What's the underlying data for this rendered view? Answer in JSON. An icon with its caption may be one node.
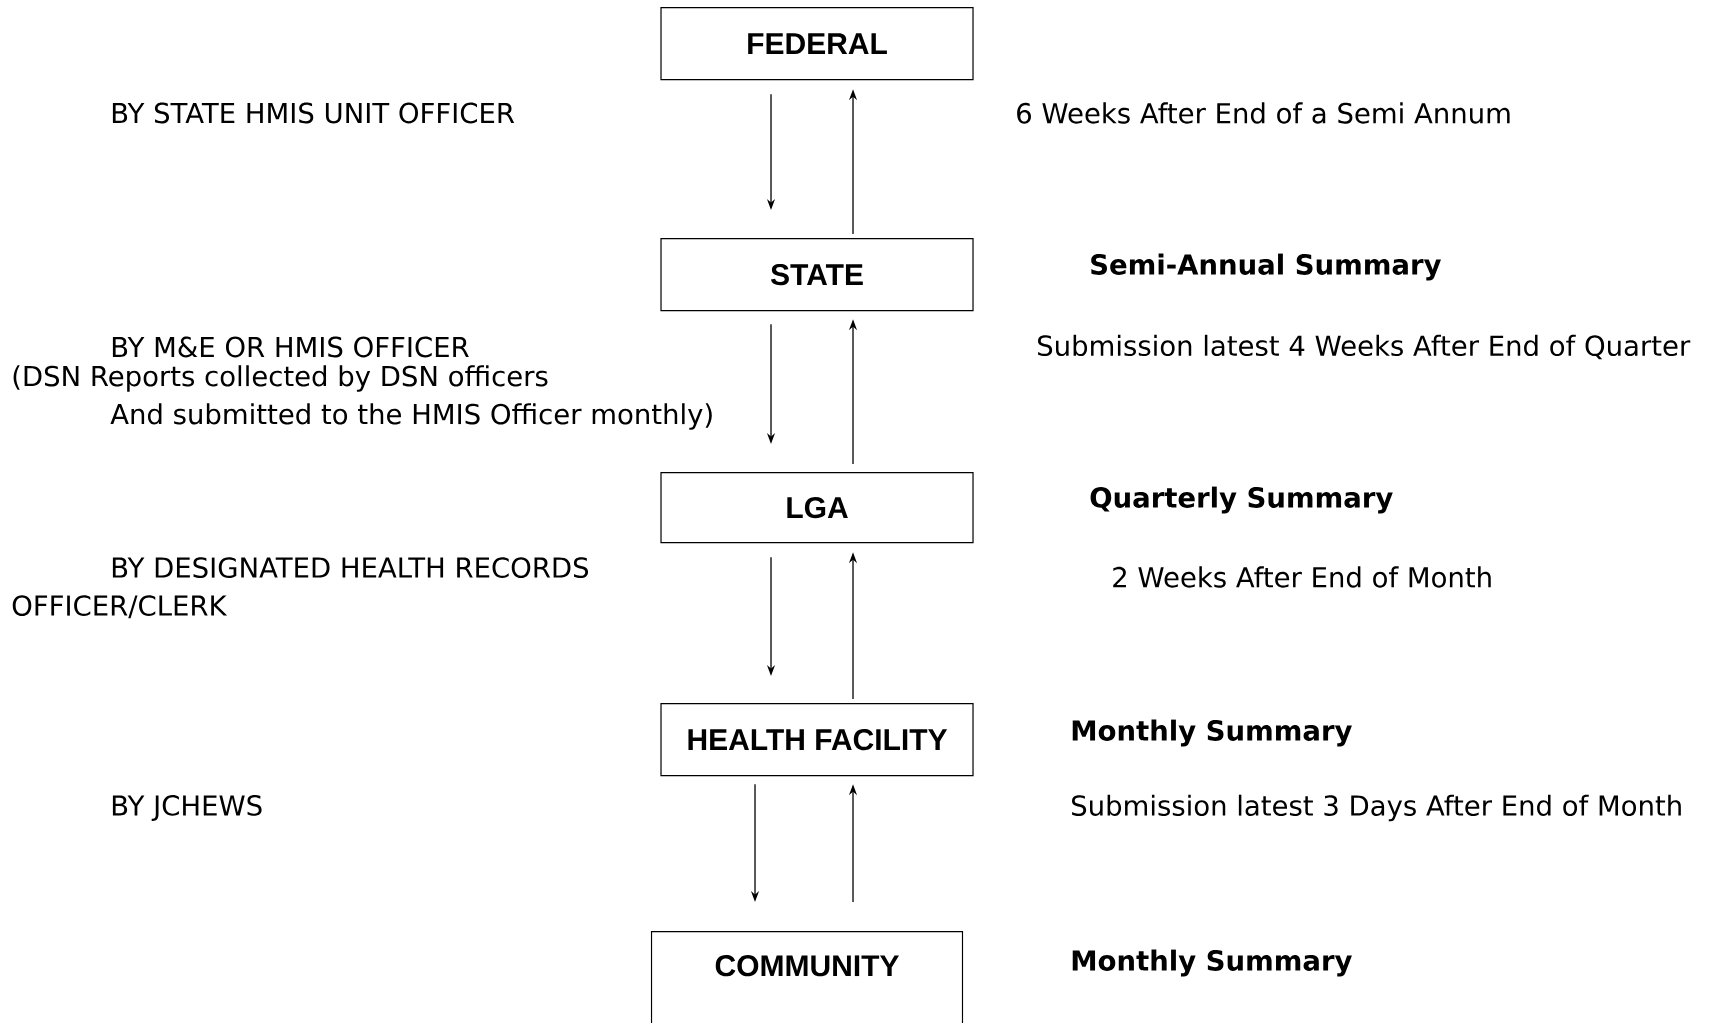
{
  "diagram": {
    "nodes": [
      {
        "text": [
          "FEDERAL"
        ]
      },
      {
        "text": [
          "STATE"
        ]
      },
      {
        "text": [
          "LGA"
        ]
      },
      {
        "text": [
          "HEALTH FACILITY"
        ]
      },
      {
        "text": [
          "COMMUNITY"
        ]
      }
    ],
    "edges": [
      {
        "from": 0,
        "to": 1,
        "arrow": "to"
      },
      {
        "from": 1,
        "to": 0,
        "arrow": "to"
      },
      {
        "from": 1,
        "to": 2,
        "arrow": "to"
      },
      {
        "from": 2,
        "to": 1,
        "arrow": "to"
      },
      {
        "from": 2,
        "to": 3,
        "arrow": "to"
      },
      {
        "from": 3,
        "to": 2,
        "arrow": "to"
      },
      {
        "from": 3,
        "to": 4,
        "arrow": "to"
      },
      {
        "from": 4,
        "to": 3,
        "arrow": "to"
      }
    ],
    "labels": [
      "BY STATE HMIS UNIT OFFICER",
      "6 Weeks After End of a Semi Annum",
      "Semi-Annual Summary",
      "BY M&E OR HMIS OFFICER",
      "Submission latest 4 Weeks After End of Quarter",
      "(DSN Reports collected by DSN officers And submitted to the HMIS Officer monthly)",
      "Quarterly Summary",
      "BY DESIGNATED HEALTH RECORDS OFFICER/CLERK",
      "2 Weeks After End of Month",
      "Monthly Summary",
      "BY JCHEWS",
      "Submission latest 3 Days After End of Month",
      "Monthly Summary"
    ]
  }
}
